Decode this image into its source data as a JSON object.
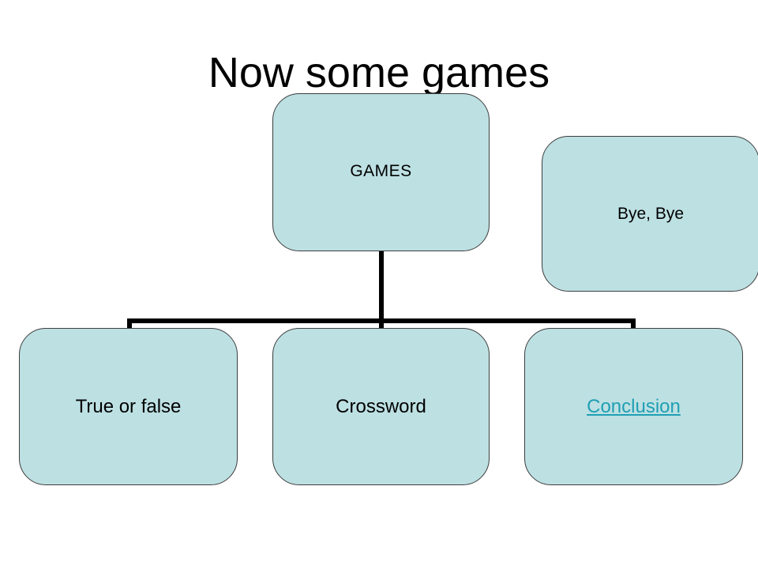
{
  "slide": {
    "title": "Now some games"
  },
  "diagram": {
    "root": {
      "label": "GAMES"
    },
    "children": [
      {
        "label": "True or false",
        "is_link": false
      },
      {
        "label": "Crossword",
        "is_link": false
      },
      {
        "label": "Conclusion",
        "is_link": true
      }
    ],
    "side_node": {
      "label": "Bye, Bye"
    }
  },
  "colors": {
    "node_fill": "#bde0e3",
    "node_border": "#3d3d3d",
    "connector": "#000000",
    "link": "#1f9fb3"
  }
}
